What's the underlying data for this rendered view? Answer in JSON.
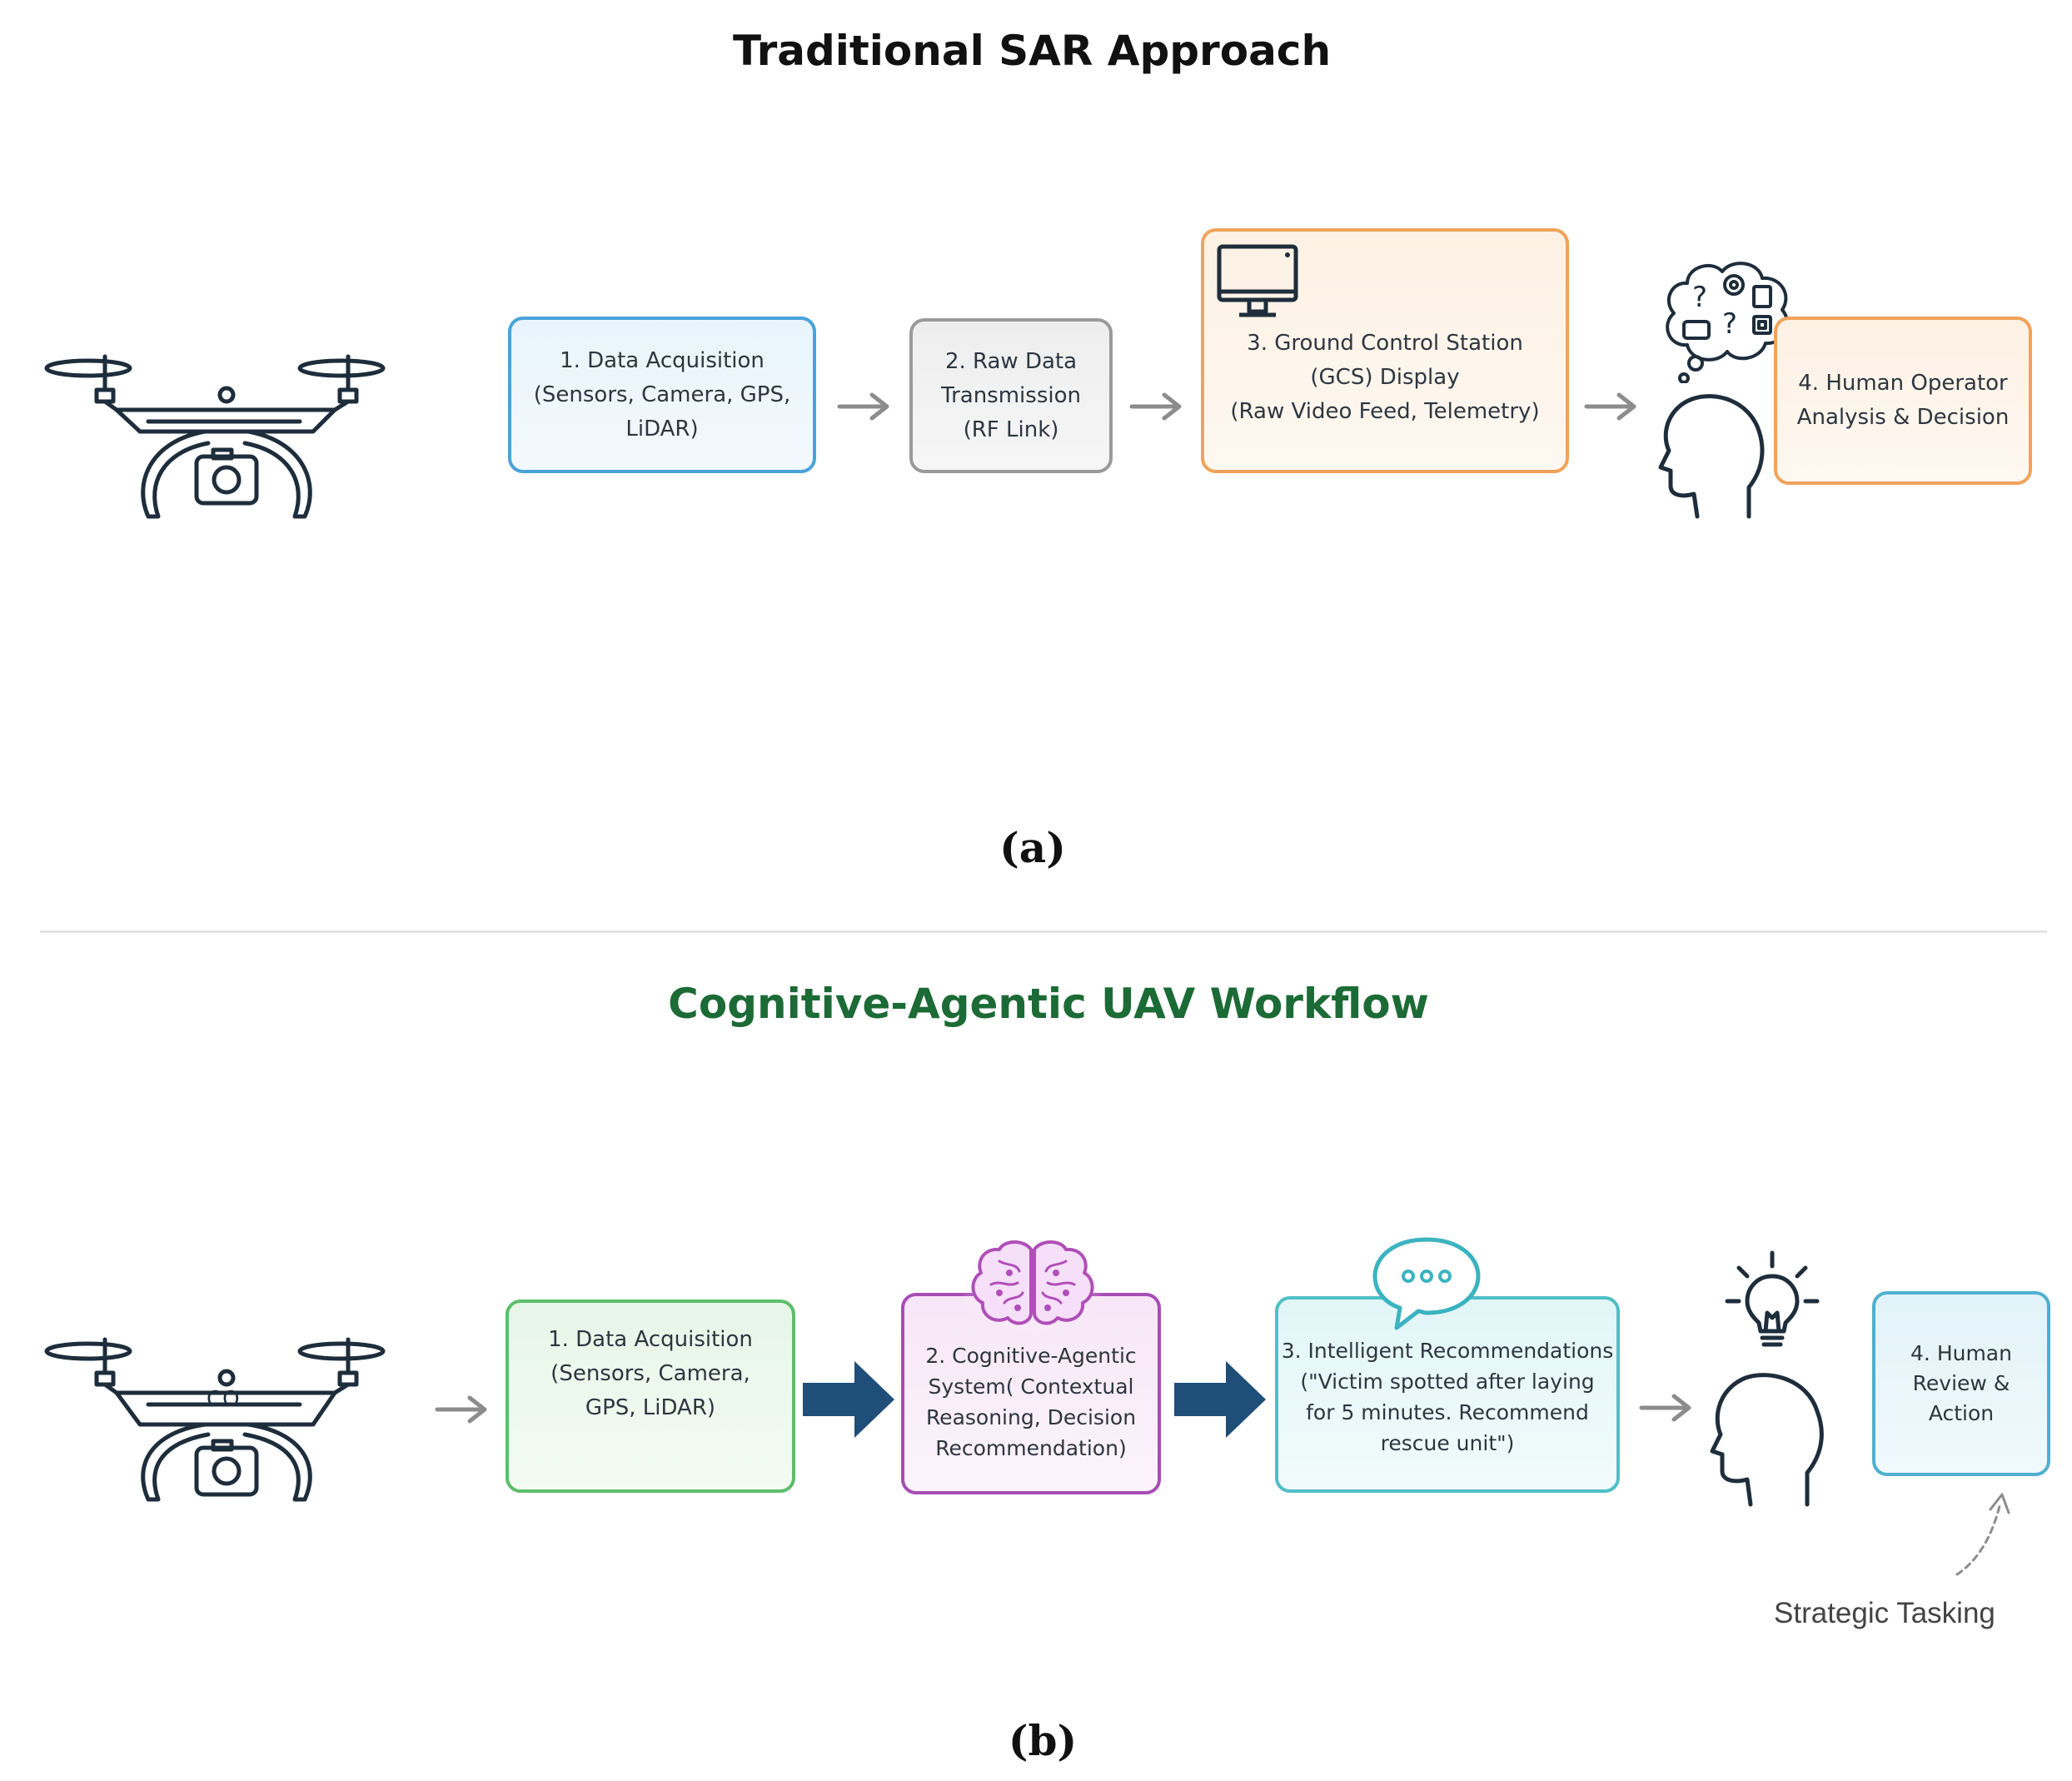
{
  "panel_a": {
    "title": "Traditional SAR Approach",
    "caption": "(a)",
    "steps": [
      {
        "label": "1. Data Acquisition\n(Sensors, Camera, GPS,\nLiDAR)"
      },
      {
        "label": "2. Raw Data\nTransmission\n(RF Link)"
      },
      {
        "label": "3. Ground Control Station\n(GCS) Display\n(Raw Video Feed, Telemetry)"
      },
      {
        "label": "4. Human Operator\nAnalysis & Decision"
      }
    ]
  },
  "panel_b": {
    "title": "Cognitive-Agentic UAV Workflow",
    "caption": "(b)",
    "drone_mark": "CO",
    "steps": [
      {
        "label": "1. Data Acquisition\n(Sensors, Camera,\nGPS, LiDAR)"
      },
      {
        "label": "2. Cognitive-Agentic\nSystem( Contextual\nReasoning, Decision\nRecommendation)"
      },
      {
        "label": "3. Intelligent Recommendations\n(\"Victim spotted after laying\nfor 5 minutes. Recommend\nrescue unit\")"
      },
      {
        "label": "4. Human\nReview &\nAction"
      }
    ],
    "feedback_label": "Strategic Tasking"
  },
  "colors": {
    "icon_stroke": "#1e2d3b",
    "arrow_gray": "#8c8c8c",
    "arrow_navy": "#1f4e79",
    "title_b": "#1c6b36",
    "brain": "#b04fb8"
  },
  "icons": [
    "drone-icon",
    "monitor-icon",
    "thought-bubble-icon",
    "human-head-icon",
    "brain-icon",
    "speech-bubble-icon",
    "lightbulb-icon"
  ]
}
